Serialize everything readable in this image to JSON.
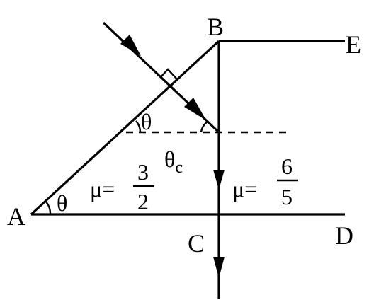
{
  "points": {
    "a": "A",
    "b": "B",
    "c": "C",
    "d": "D",
    "e": "E"
  },
  "angles": {
    "theta_base": "θ",
    "theta_upper": "θ",
    "critical_symbol": "θ",
    "critical_subscript": "c"
  },
  "media": {
    "left": {
      "mu": "μ=",
      "numerator": "3",
      "denominator": "2"
    },
    "right": {
      "mu": "μ=",
      "numerator": "6",
      "denominator": "5"
    }
  }
}
